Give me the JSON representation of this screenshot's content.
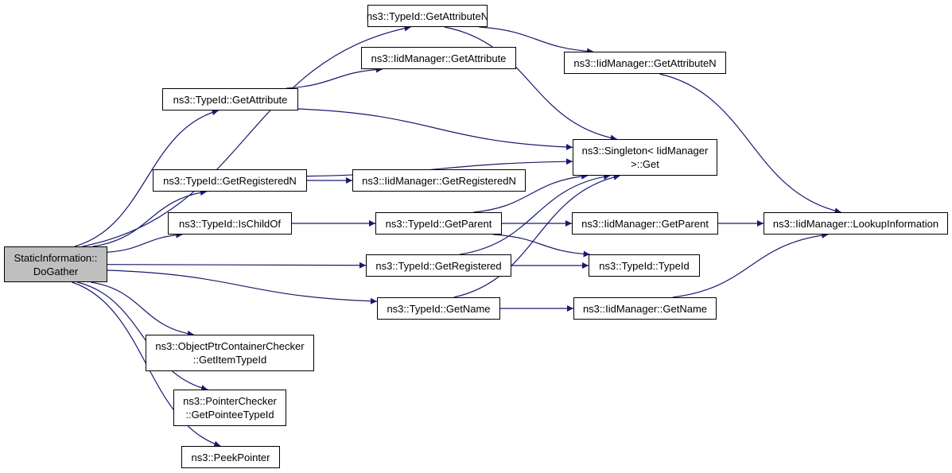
{
  "graph": {
    "edge_color": "#191970",
    "root_fill": "#bfbfbf",
    "nodes": {
      "root": {
        "lines": [
          "StaticInformation::",
          "DoGather"
        ]
      },
      "typeid_getattributen": {
        "lines": [
          "ns3::TypeId::GetAttributeN"
        ]
      },
      "iidmanager_getattribute": {
        "lines": [
          "ns3::IidManager::GetAttribute"
        ]
      },
      "typeid_getattribute": {
        "lines": [
          "ns3::TypeId::GetAttribute"
        ]
      },
      "iidmanager_getattributen": {
        "lines": [
          "ns3::IidManager::GetAttributeN"
        ]
      },
      "singleton_get": {
        "lines": [
          "ns3::Singleton< IidManager",
          ">::Get"
        ]
      },
      "typeid_getregisteredn": {
        "lines": [
          "ns3::TypeId::GetRegisteredN"
        ]
      },
      "iidmanager_getregisteredn": {
        "lines": [
          "ns3::IidManager::GetRegisteredN"
        ]
      },
      "typeid_ischildof": {
        "lines": [
          "ns3::TypeId::IsChildOf"
        ]
      },
      "typeid_getparent": {
        "lines": [
          "ns3::TypeId::GetParent"
        ]
      },
      "iidmanager_getparent": {
        "lines": [
          "ns3::IidManager::GetParent"
        ]
      },
      "iidmanager_lookupinformation": {
        "lines": [
          "ns3::IidManager::LookupInformation"
        ]
      },
      "typeid_getregistered": {
        "lines": [
          "ns3::TypeId::GetRegistered"
        ]
      },
      "typeid_typeid": {
        "lines": [
          "ns3::TypeId::TypeId"
        ]
      },
      "typeid_getname": {
        "lines": [
          "ns3::TypeId::GetName"
        ]
      },
      "iidmanager_getname": {
        "lines": [
          "ns3::IidManager::GetName"
        ]
      },
      "objectptrcontainerchecker_getitemtypeid": {
        "lines": [
          "ns3::ObjectPtrContainerChecker",
          "::GetItemTypeId"
        ]
      },
      "pointerchecker_getpointeetypeid": {
        "lines": [
          "ns3::PointerChecker",
          "::GetPointeeTypeId"
        ]
      },
      "peekpointer": {
        "lines": [
          "ns3::PeekPointer"
        ]
      }
    },
    "edges": [
      [
        "root",
        "typeid_getattributen"
      ],
      [
        "root",
        "typeid_getattribute"
      ],
      [
        "root",
        "typeid_getregisteredn"
      ],
      [
        "root",
        "typeid_ischildof"
      ],
      [
        "root",
        "typeid_getregistered"
      ],
      [
        "root",
        "typeid_getname"
      ],
      [
        "root",
        "objectptrcontainerchecker_getitemtypeid"
      ],
      [
        "root",
        "pointerchecker_getpointeetypeid"
      ],
      [
        "root",
        "peekpointer"
      ],
      [
        "typeid_getattributen",
        "iidmanager_getattributen"
      ],
      [
        "typeid_getattributen",
        "singleton_get"
      ],
      [
        "typeid_getattribute",
        "iidmanager_getattribute"
      ],
      [
        "typeid_getattribute",
        "singleton_get"
      ],
      [
        "iidmanager_getattributen",
        "iidmanager_lookupinformation"
      ],
      [
        "typeid_getregisteredn",
        "iidmanager_getregisteredn"
      ],
      [
        "typeid_getregisteredn",
        "singleton_get"
      ],
      [
        "typeid_ischildof",
        "typeid_getparent"
      ],
      [
        "typeid_getparent",
        "singleton_get"
      ],
      [
        "typeid_getparent",
        "iidmanager_getparent"
      ],
      [
        "typeid_getparent",
        "typeid_typeid"
      ],
      [
        "iidmanager_getparent",
        "iidmanager_lookupinformation"
      ],
      [
        "typeid_getregistered",
        "singleton_get"
      ],
      [
        "typeid_getregistered",
        "typeid_typeid"
      ],
      [
        "typeid_getname",
        "singleton_get"
      ],
      [
        "typeid_getname",
        "iidmanager_getname"
      ],
      [
        "iidmanager_getname",
        "iidmanager_lookupinformation"
      ]
    ]
  }
}
